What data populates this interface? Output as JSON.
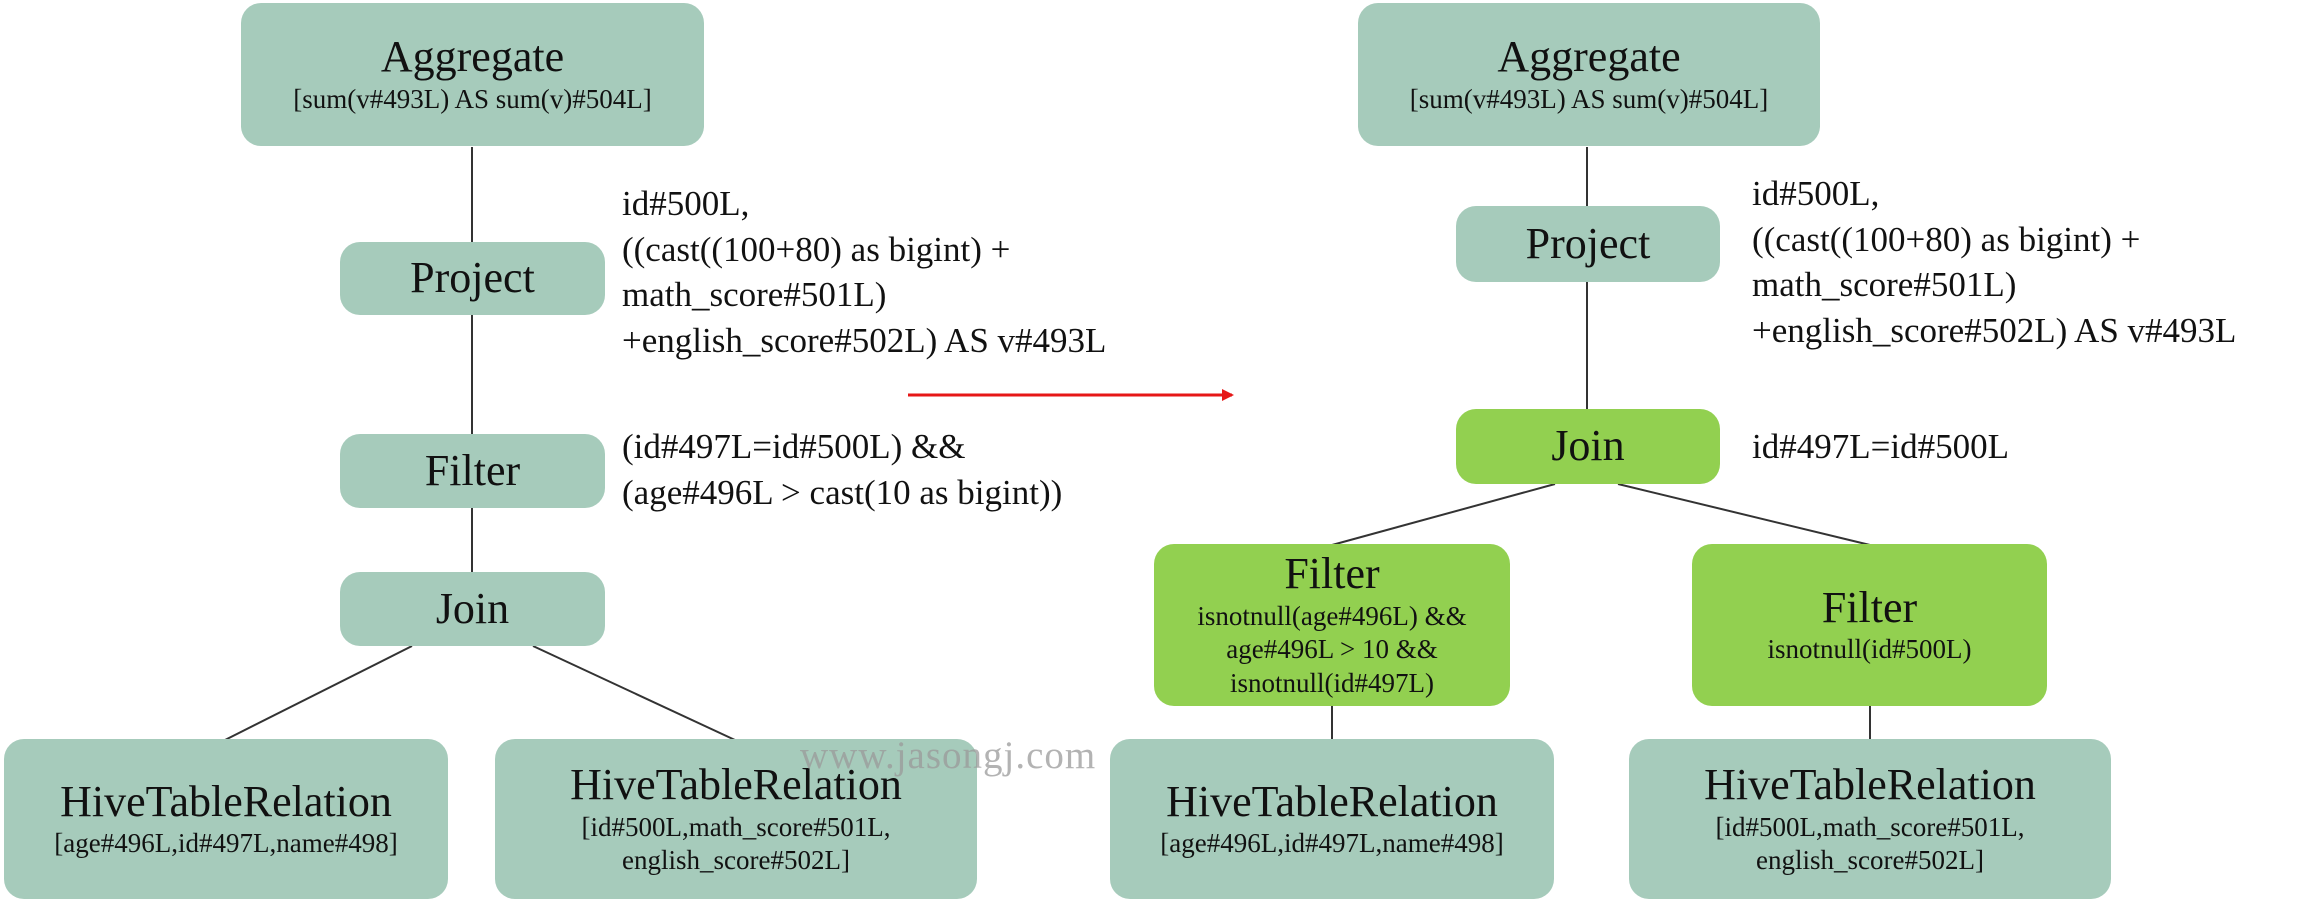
{
  "colors": {
    "node_gray": "#a6cbbb",
    "node_green": "#92d050",
    "edge": "#333333",
    "arrow": "#e61717",
    "watermark": "#9a9a9a"
  },
  "left_plan": {
    "aggregate": {
      "title": "Aggregate",
      "sub": "[sum(v#493L) AS sum(v)#504L]"
    },
    "project": {
      "title": "Project"
    },
    "filter": {
      "title": "Filter"
    },
    "join": {
      "title": "Join"
    },
    "relation_left": {
      "title": "HiveTableRelation",
      "lines": [
        "[age#496L,id#497L,name#498]"
      ]
    },
    "relation_right": {
      "title": "HiveTableRelation",
      "lines": [
        "[id#500L,math_score#501L,",
        "english_score#502L]"
      ]
    },
    "project_expr": [
      "id#500L,",
      "((cast((100+80) as bigint) +",
      "math_score#501L)",
      "+english_score#502L) AS v#493L"
    ],
    "filter_expr": [
      "(id#497L=id#500L) &&",
      "(age#496L > cast(10 as bigint))"
    ]
  },
  "right_plan": {
    "aggregate": {
      "title": "Aggregate",
      "sub": "[sum(v#493L) AS sum(v)#504L]"
    },
    "project": {
      "title": "Project"
    },
    "join": {
      "title": "Join"
    },
    "filter_left": {
      "title": "Filter",
      "lines": [
        "isnotnull(age#496L) &&",
        "age#496L > 10 &&",
        "isnotnull(id#497L)"
      ]
    },
    "filter_right": {
      "title": "Filter",
      "lines": [
        "isnotnull(id#500L)"
      ]
    },
    "relation_left": {
      "title": "HiveTableRelation",
      "lines": [
        "[age#496L,id#497L,name#498]"
      ]
    },
    "relation_right": {
      "title": "HiveTableRelation",
      "lines": [
        "[id#500L,math_score#501L,",
        "english_score#502L]"
      ]
    },
    "project_expr": [
      "id#500L,",
      "((cast((100+80) as bigint) +",
      "math_score#501L)",
      "+english_score#502L) AS v#493L"
    ],
    "join_expr": [
      "id#497L=id#500L"
    ]
  },
  "watermark": "www.jasongj.com"
}
